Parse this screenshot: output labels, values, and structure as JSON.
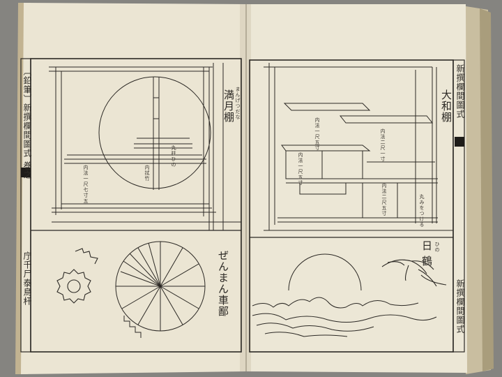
{
  "left_page": {
    "spine_title": "〔鉛筆〕新撰欄間圖式 巻之",
    "spine_bottom": "庁千尸泰鳥杆",
    "upper": {
      "title": "満月棚",
      "furigana": "まんげつだな",
      "annot_pillar": "丸柱ひの",
      "annot_shelf": "内法一尺七寸五",
      "annot_right": "内拭竹"
    },
    "lower": {
      "title": "ぜんまん車鄙"
    }
  },
  "right_page": {
    "spine_title": "新撰欄間圖式",
    "spine_bottom": "新撰欄間圖式",
    "upper": {
      "title": "大和棚",
      "annot_top": "内法一尺五寸",
      "annot_mid": "内法二尺一寸",
      "annot_drawer": "内法一尺五寸",
      "annot_low": "内法二尺五寸",
      "annot_right": "丸みをつける"
    },
    "lower": {
      "title_furigana": "ひの",
      "title": "日 鶴"
    }
  }
}
